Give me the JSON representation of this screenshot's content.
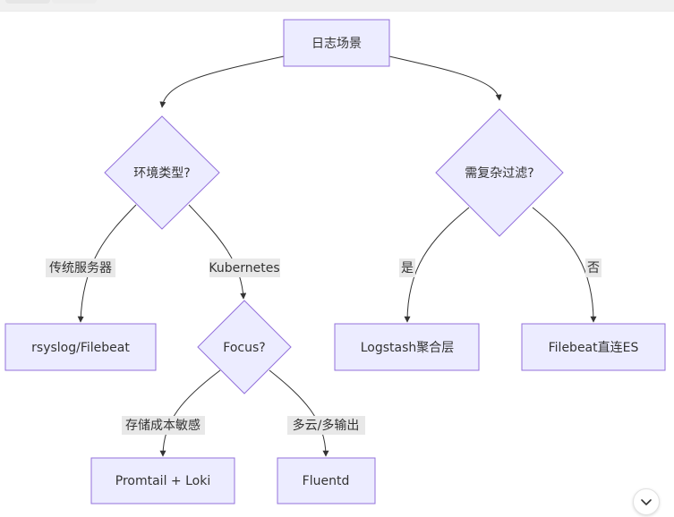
{
  "nodes": {
    "root": "日志场景",
    "env_type": "环境类型?",
    "filter": "需复杂过滤?",
    "rsyslog": "rsyslog/Filebeat",
    "focus": "Focus?",
    "logstash": "Logstash聚合层",
    "filebeat_es": "Filebeat直连ES",
    "promtail": "Promtail + Loki",
    "fluentd": "Fluentd"
  },
  "edges": {
    "traditional": "传统服务器",
    "kubernetes": "Kubernetes",
    "yes": "是",
    "no": "否",
    "cost": "存储成本敏感",
    "multi": "多云/多输出"
  },
  "colors": {
    "node_fill": "#ececff",
    "node_stroke": "#9370db",
    "edge_stroke": "#333333"
  },
  "icons": {
    "collapse": "chevron-down-icon"
  }
}
